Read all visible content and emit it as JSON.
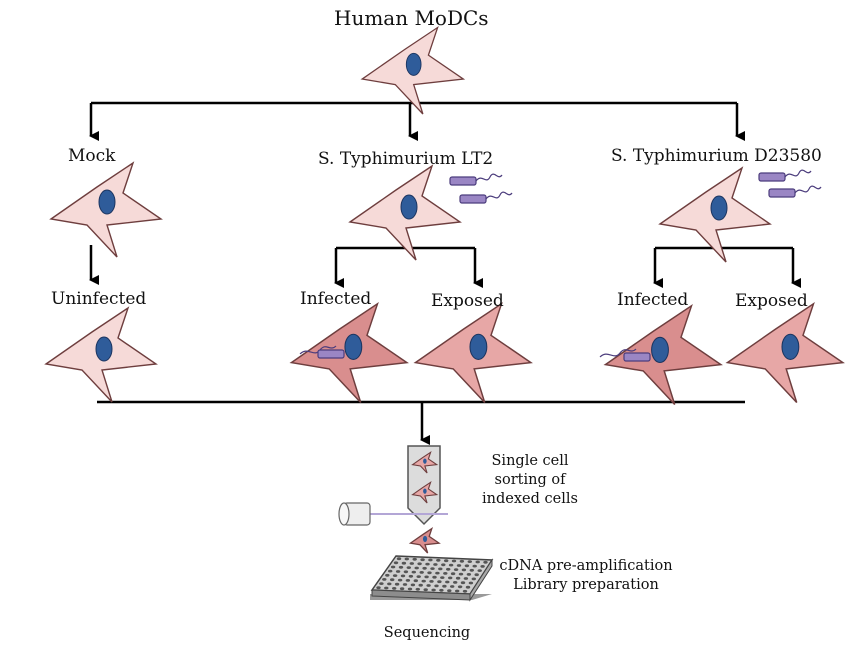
{
  "diagram": {
    "title": "Human MoDCs",
    "conditions": [
      {
        "label": "Mock",
        "outcomes": [
          "Uninfected"
        ]
      },
      {
        "label": "S. Typhimurium  LT2",
        "outcomes": [
          "Infected",
          "Exposed"
        ]
      },
      {
        "label": "S. Typhimurium D23580",
        "outcomes": [
          "Infected",
          "Exposed"
        ]
      }
    ],
    "steps": {
      "sorting": [
        "Single cell",
        "sorting of",
        "indexed cells"
      ],
      "library": [
        "cDNA pre-amplification",
        "Library preparation"
      ],
      "sequencing": "Sequencing"
    },
    "colors": {
      "cell_light": "#f6dad8",
      "cell_medium": "#e7a7a6",
      "cell_infected": "#d98e8e",
      "cell_outline": "#6e3e3e",
      "nucleus": "#2f5c9a",
      "nucleus_outline": "#1c3560",
      "bacteria": "#9a86c4",
      "bacteria_outline": "#4c3d7d",
      "arrow": "#000000"
    }
  }
}
